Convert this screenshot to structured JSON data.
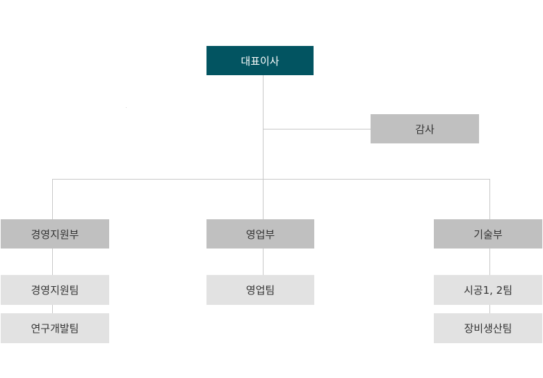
{
  "org_chart": {
    "ceo": "대표이사",
    "audit": "감사",
    "departments": [
      {
        "name": "경영지원부",
        "teams": [
          "경영지원팀",
          "연구개발팀"
        ]
      },
      {
        "name": "영업부",
        "teams": [
          "영업팀"
        ]
      },
      {
        "name": "기술부",
        "teams": [
          "시공1, 2팀",
          "장비생산팀"
        ]
      }
    ]
  },
  "colors": {
    "ceo_background": "#025461",
    "department_background": "#c0c0c0",
    "team_background": "#e2e2e2",
    "connector": "#c8c8c8"
  }
}
